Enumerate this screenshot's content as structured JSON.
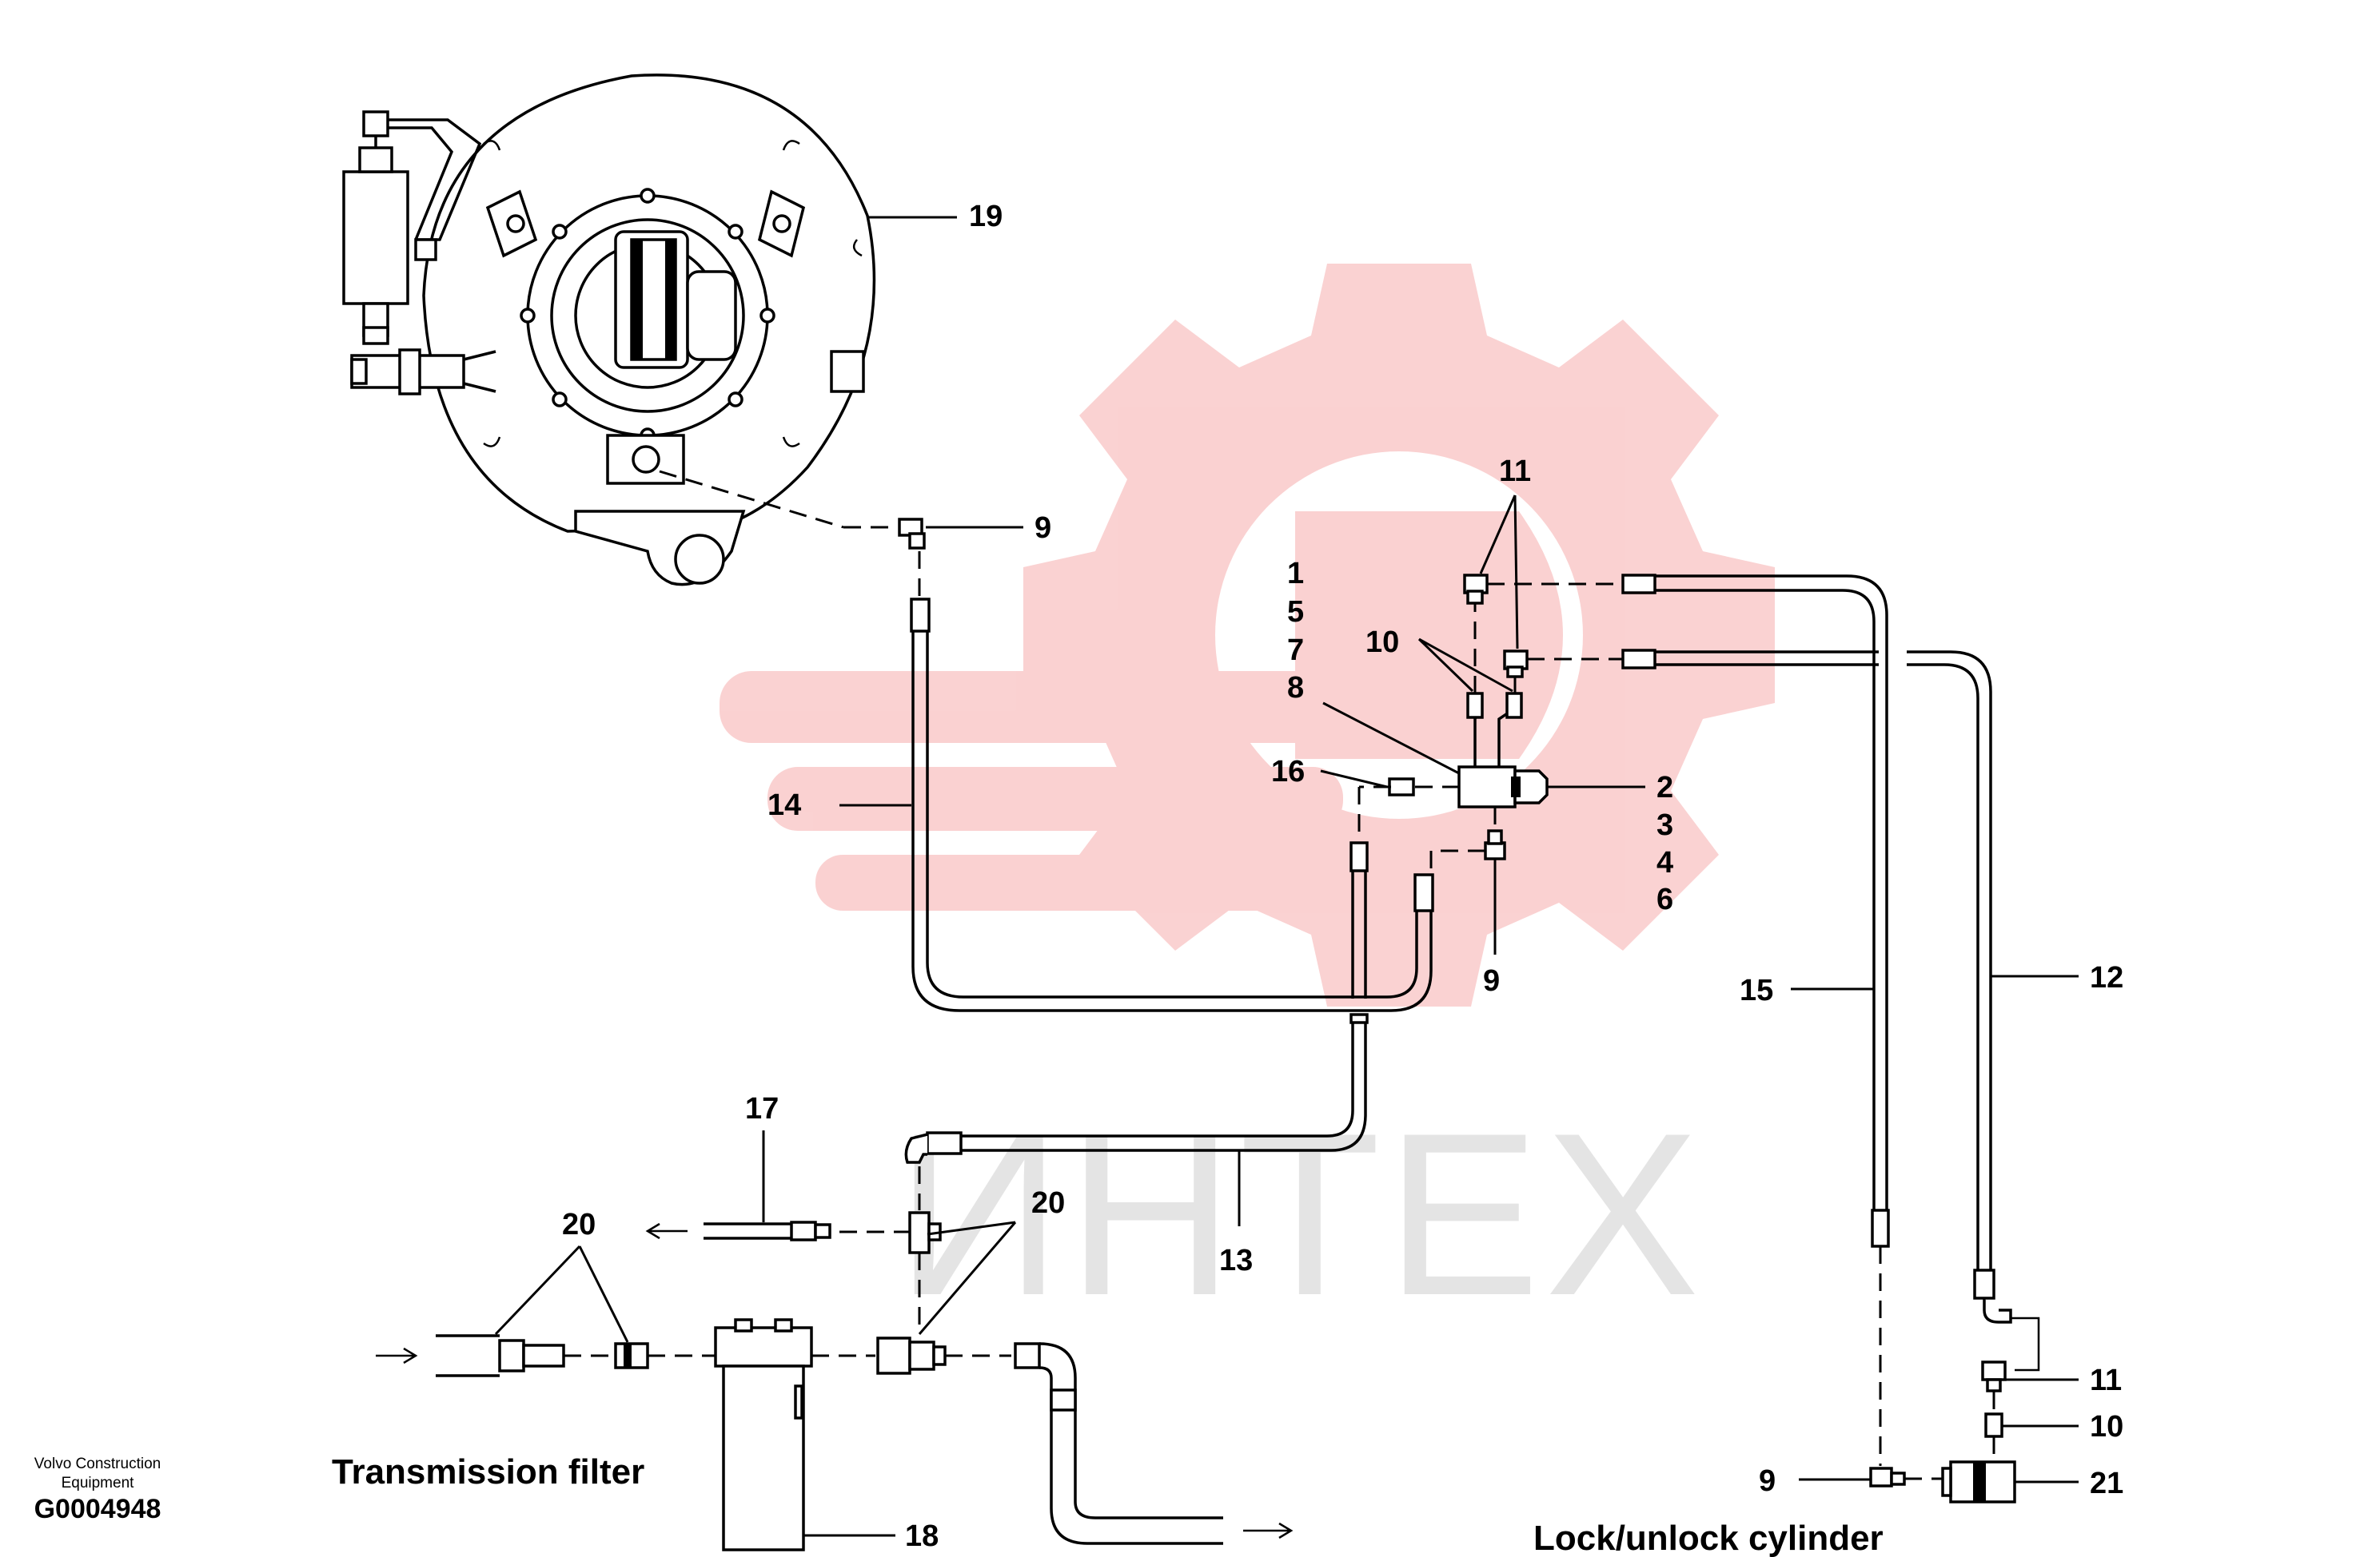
{
  "drawing": {
    "code": "G0004948",
    "publisher_line1": "Volvo Construction",
    "publisher_line2": "Equipment"
  },
  "captions": {
    "transmission_filter": "Transmission filter",
    "lock_unlock_cylinder": "Lock/unlock cylinder"
  },
  "watermark": {
    "text": "ИНТЕХ",
    "gear_color": "#e8201e",
    "text_color": "#cfcfcf"
  },
  "callouts": {
    "c19": "19",
    "c9_top": "9",
    "c11_top": "11",
    "c1": "1",
    "c5": "5",
    "c7": "7",
    "c8": "8",
    "c10_top": "10",
    "c16": "16",
    "c2": "2",
    "c3": "3",
    "c4": "4",
    "c6": "6",
    "c14": "14",
    "c9_mid": "9",
    "c15": "15",
    "c12": "12",
    "c17": "17",
    "c20_left": "20",
    "c20_right": "20",
    "c13": "13",
    "c18": "18",
    "c11_bottom": "11",
    "c10_bottom": "10",
    "c9_bottom": "9",
    "c21": "21"
  }
}
